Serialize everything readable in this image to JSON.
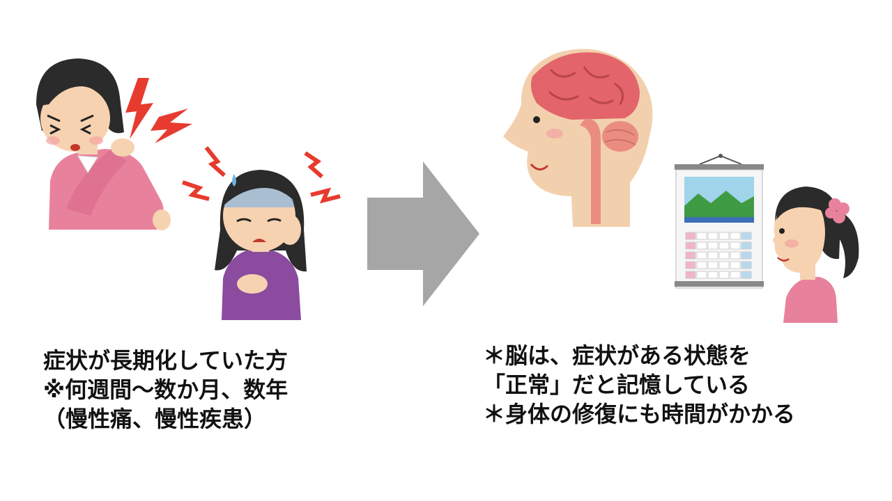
{
  "left_caption": {
    "line1": "症状が長期化していた方",
    "line2": "※何週間〜数か月、数年",
    "line3": "（慢性痛、慢性疾患）"
  },
  "right_caption": {
    "line1": "＊脳は、症状がある状態を",
    "line2": "「正常」だと記憶している",
    "line3": "＊身体の修復にも時間がかかる"
  },
  "illustrations": {
    "left_top": "woman-shoulder-pain-illustration",
    "left_bottom": "woman-headache-illustration",
    "arrow": "right-arrow-icon",
    "brain": "brain-head-illustration",
    "calendar": "calendar-illustration",
    "girl": "girl-illustration"
  },
  "colors": {
    "arrow": "#a6a6a6",
    "pain_red": "#e63b2e",
    "pink_shirt": "#e8829c",
    "purple_shirt": "#8b4b9e",
    "brain": "#e3646a",
    "skin": "#f7d2b0"
  }
}
